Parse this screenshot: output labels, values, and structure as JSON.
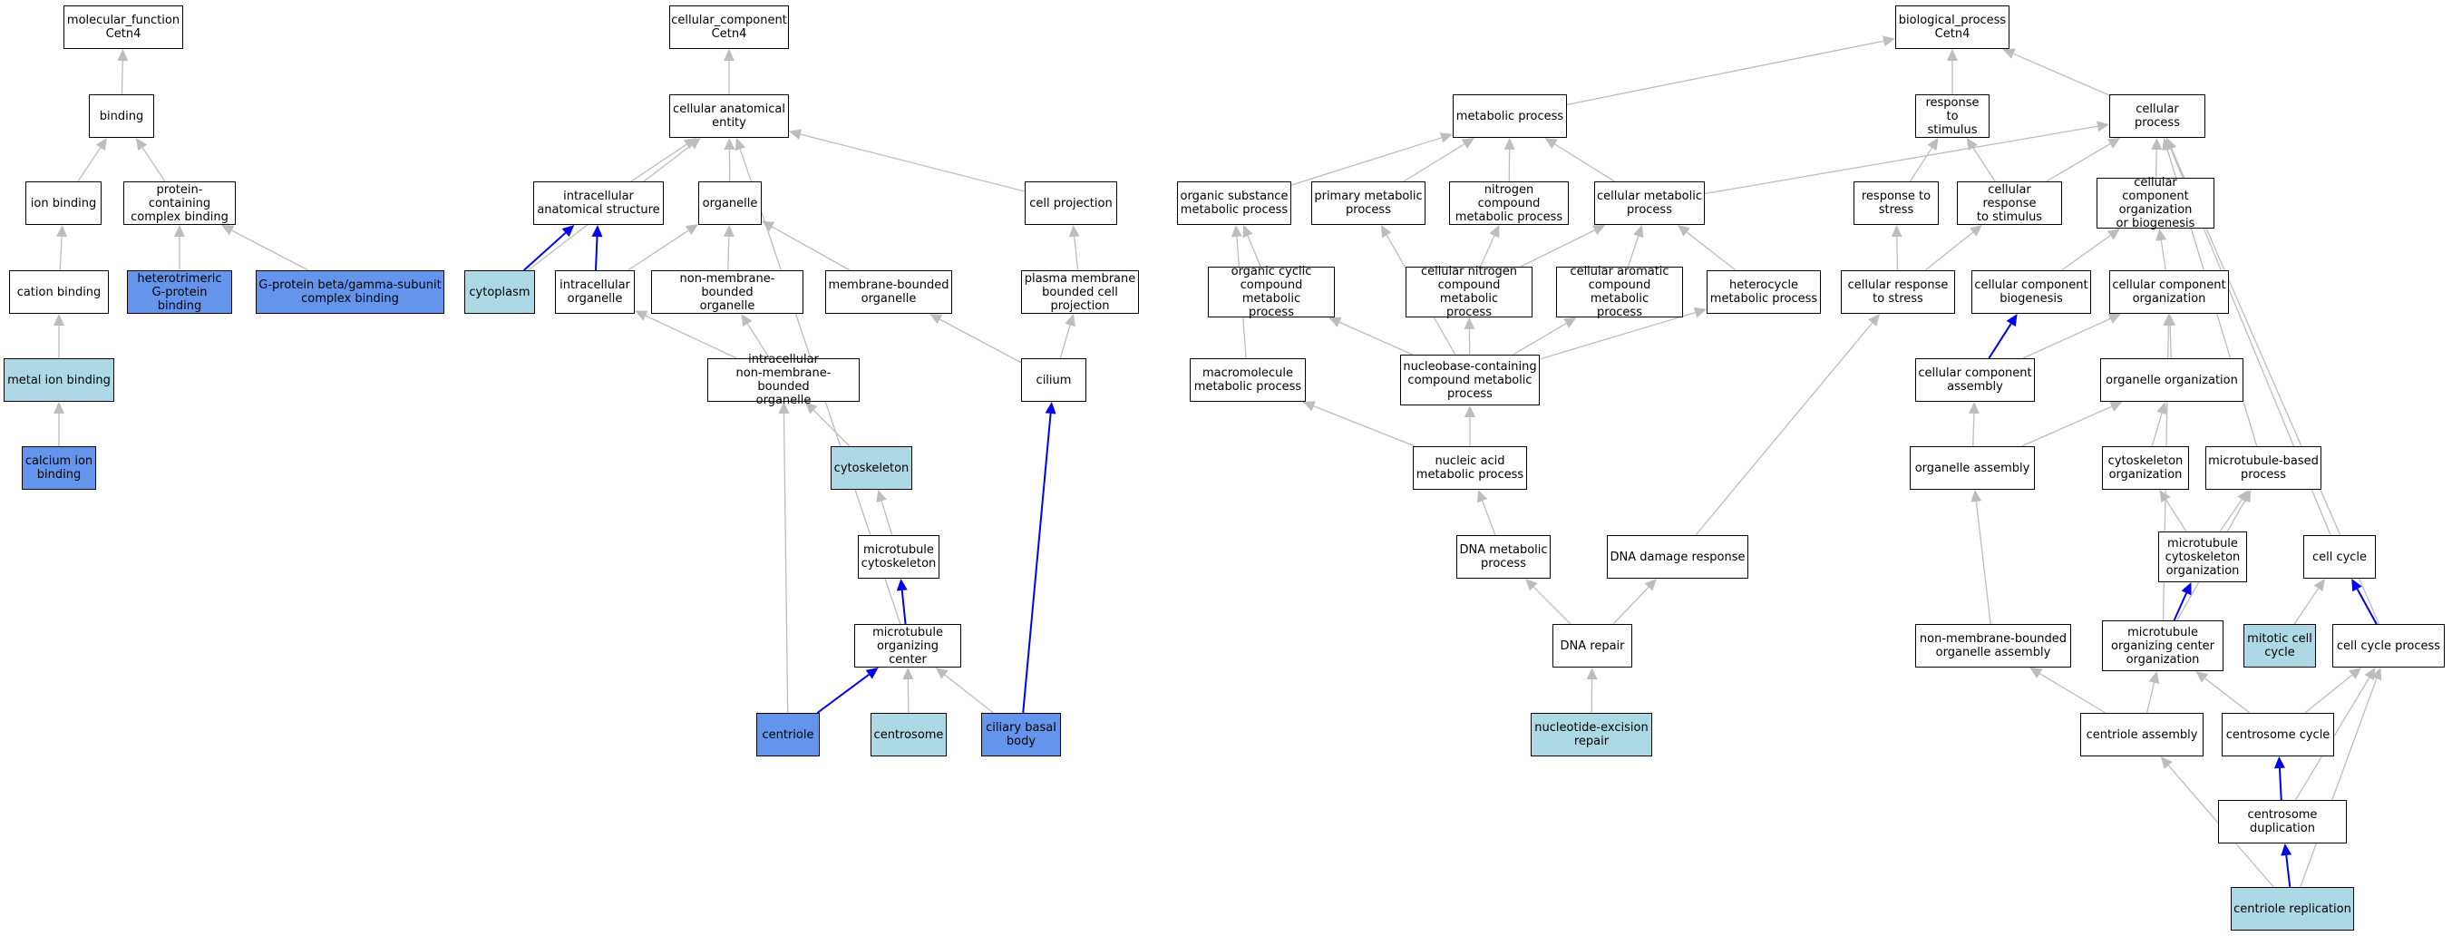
{
  "colors": {
    "plain": "#ffffff",
    "light": "#add8e6",
    "dark": "#6495ed",
    "edge_gray": "#bdbdbd",
    "edge_blue": "#0000ee"
  },
  "nodes": [
    {
      "id": "mf",
      "label": "molecular_function\nCetn4",
      "type": "plain"
    },
    {
      "id": "binding",
      "label": "binding",
      "type": "plain"
    },
    {
      "id": "ionb",
      "label": "ion binding",
      "type": "plain"
    },
    {
      "id": "pcb",
      "label": "protein-containing\ncomplex binding",
      "type": "plain"
    },
    {
      "id": "catb",
      "label": "cation binding",
      "type": "plain"
    },
    {
      "id": "hgpb",
      "label": "heterotrimeric\nG-protein binding",
      "type": "dark"
    },
    {
      "id": "gpbg",
      "label": "G-protein beta/gamma-subunit\ncomplex binding",
      "type": "dark"
    },
    {
      "id": "mib",
      "label": "metal ion binding",
      "type": "light"
    },
    {
      "id": "cib",
      "label": "calcium ion\nbinding",
      "type": "dark"
    },
    {
      "id": "cc",
      "label": "cellular_component\nCetn4",
      "type": "plain"
    },
    {
      "id": "cae",
      "label": "cellular anatomical\nentity",
      "type": "plain"
    },
    {
      "id": "ias",
      "label": "intracellular\nanatomical structure",
      "type": "plain"
    },
    {
      "id": "org",
      "label": "organelle",
      "type": "plain"
    },
    {
      "id": "cproj",
      "label": "cell projection",
      "type": "plain"
    },
    {
      "id": "cyto",
      "label": "cytoplasm",
      "type": "light"
    },
    {
      "id": "iorg",
      "label": "intracellular\norganelle",
      "type": "plain"
    },
    {
      "id": "nmbo",
      "label": "non-membrane-bounded\norganelle",
      "type": "plain"
    },
    {
      "id": "mbo",
      "label": "membrane-bounded\norganelle",
      "type": "plain"
    },
    {
      "id": "pmbcp",
      "label": "plasma membrane\nbounded cell\nprojection",
      "type": "plain"
    },
    {
      "id": "inmbo",
      "label": "intracellular\nnon-membrane-bounded\norganelle",
      "type": "plain"
    },
    {
      "id": "cilium",
      "label": "cilium",
      "type": "plain"
    },
    {
      "id": "cytosk",
      "label": "cytoskeleton",
      "type": "light"
    },
    {
      "id": "mtcs",
      "label": "microtubule\ncytoskeleton",
      "type": "plain"
    },
    {
      "id": "mtoc",
      "label": "microtubule\norganizing center",
      "type": "plain"
    },
    {
      "id": "centriole",
      "label": "centriole",
      "type": "dark"
    },
    {
      "id": "centrosome",
      "label": "centrosome",
      "type": "light"
    },
    {
      "id": "cbb",
      "label": "ciliary basal\nbody",
      "type": "dark"
    },
    {
      "id": "bp",
      "label": "biological_process\nCetn4",
      "type": "plain"
    },
    {
      "id": "metp",
      "label": "metabolic process",
      "type": "plain"
    },
    {
      "id": "rts",
      "label": "response to\nstimulus",
      "type": "plain"
    },
    {
      "id": "cellp",
      "label": "cellular process",
      "type": "plain"
    },
    {
      "id": "osmp",
      "label": "organic substance\nmetabolic process",
      "type": "plain"
    },
    {
      "id": "pmp",
      "label": "primary metabolic\nprocess",
      "type": "plain"
    },
    {
      "id": "ncmp",
      "label": "nitrogen compound\nmetabolic process",
      "type": "plain"
    },
    {
      "id": "cmp",
      "label": "cellular metabolic\nprocess",
      "type": "plain"
    },
    {
      "id": "rtstress",
      "label": "response to\nstress",
      "type": "plain"
    },
    {
      "id": "crts",
      "label": "cellular response\nto stimulus",
      "type": "plain"
    },
    {
      "id": "ccob",
      "label": "cellular component\norganization\nor biogenesis",
      "type": "plain"
    },
    {
      "id": "occmp",
      "label": "organic cyclic\ncompound metabolic\nprocess",
      "type": "plain"
    },
    {
      "id": "cncmp",
      "label": "cellular nitrogen\ncompound metabolic\nprocess",
      "type": "plain"
    },
    {
      "id": "cacmp",
      "label": "cellular aromatic\ncompound metabolic\nprocess",
      "type": "plain"
    },
    {
      "id": "hmp",
      "label": "heterocycle\nmetabolic process",
      "type": "plain"
    },
    {
      "id": "crtstress",
      "label": "cellular response\nto stress",
      "type": "plain"
    },
    {
      "id": "ccbio",
      "label": "cellular component\nbiogenesis",
      "type": "plain"
    },
    {
      "id": "ccorg",
      "label": "cellular component\norganization",
      "type": "plain"
    },
    {
      "id": "mmp",
      "label": "macromolecule\nmetabolic process",
      "type": "plain"
    },
    {
      "id": "nbccmp",
      "label": "nucleobase-containing\ncompound metabolic\nprocess",
      "type": "plain"
    },
    {
      "id": "cca",
      "label": "cellular component\nassembly",
      "type": "plain"
    },
    {
      "id": "orgorg",
      "label": "organelle organization",
      "type": "plain"
    },
    {
      "id": "namp",
      "label": "nucleic acid\nmetabolic process",
      "type": "plain"
    },
    {
      "id": "oa",
      "label": "organelle assembly",
      "type": "plain"
    },
    {
      "id": "csorg",
      "label": "cytoskeleton\norganization",
      "type": "plain"
    },
    {
      "id": "mtbp",
      "label": "microtubule-based\nprocess",
      "type": "plain"
    },
    {
      "id": "dnamp",
      "label": "DNA metabolic\nprocess",
      "type": "plain"
    },
    {
      "id": "ddr",
      "label": "DNA damage response",
      "type": "plain"
    },
    {
      "id": "mcsorg",
      "label": "microtubule\ncytoskeleton\norganization",
      "type": "plain"
    },
    {
      "id": "cellcycle",
      "label": "cell cycle",
      "type": "plain"
    },
    {
      "id": "dnarep",
      "label": "DNA repair",
      "type": "plain"
    },
    {
      "id": "nmboa",
      "label": "non-membrane-bounded\norganelle assembly",
      "type": "plain"
    },
    {
      "id": "mtocorg",
      "label": "microtubule\norganizing center\norganization",
      "type": "plain"
    },
    {
      "id": "mcc",
      "label": "mitotic cell\ncycle",
      "type": "light"
    },
    {
      "id": "ccp",
      "label": "cell cycle process",
      "type": "plain"
    },
    {
      "id": "ner",
      "label": "nucleotide-excision\nrepair",
      "type": "light"
    },
    {
      "id": "ca",
      "label": "centriole assembly",
      "type": "plain"
    },
    {
      "id": "csc",
      "label": "centrosome cycle",
      "type": "plain"
    },
    {
      "id": "csd",
      "label": "centrosome duplication",
      "type": "plain"
    },
    {
      "id": "cr",
      "label": "centriole replication",
      "type": "light"
    }
  ],
  "edges": [
    {
      "from": "binding",
      "to": "mf",
      "color": "gray"
    },
    {
      "from": "ionb",
      "to": "binding",
      "color": "gray"
    },
    {
      "from": "pcb",
      "to": "binding",
      "color": "gray"
    },
    {
      "from": "catb",
      "to": "ionb",
      "color": "gray"
    },
    {
      "from": "hgpb",
      "to": "pcb",
      "color": "gray"
    },
    {
      "from": "gpbg",
      "to": "pcb",
      "color": "gray"
    },
    {
      "from": "mib",
      "to": "catb",
      "color": "gray"
    },
    {
      "from": "cib",
      "to": "mib",
      "color": "gray"
    },
    {
      "from": "cae",
      "to": "cc",
      "color": "gray"
    },
    {
      "from": "ias",
      "to": "cae",
      "color": "gray"
    },
    {
      "from": "org",
      "to": "cae",
      "color": "gray"
    },
    {
      "from": "cproj",
      "to": "cae",
      "color": "gray"
    },
    {
      "from": "cyto",
      "to": "cae",
      "color": "gray"
    },
    {
      "from": "mtoc",
      "to": "cae",
      "color": "gray"
    },
    {
      "from": "cyto",
      "to": "ias",
      "color": "blue"
    },
    {
      "from": "iorg",
      "to": "ias",
      "color": "blue"
    },
    {
      "from": "iorg",
      "to": "org",
      "color": "gray"
    },
    {
      "from": "nmbo",
      "to": "org",
      "color": "gray"
    },
    {
      "from": "mbo",
      "to": "org",
      "color": "gray"
    },
    {
      "from": "pmbcp",
      "to": "cproj",
      "color": "gray"
    },
    {
      "from": "inmbo",
      "to": "iorg",
      "color": "gray"
    },
    {
      "from": "inmbo",
      "to": "nmbo",
      "color": "gray"
    },
    {
      "from": "cilium",
      "to": "mbo",
      "color": "gray"
    },
    {
      "from": "cilium",
      "to": "pmbcp",
      "color": "gray"
    },
    {
      "from": "cytosk",
      "to": "inmbo",
      "color": "gray"
    },
    {
      "from": "centriole",
      "to": "inmbo",
      "color": "gray"
    },
    {
      "from": "mtcs",
      "to": "cytosk",
      "color": "gray"
    },
    {
      "from": "mtoc",
      "to": "mtcs",
      "color": "blue"
    },
    {
      "from": "centriole",
      "to": "mtoc",
      "color": "blue"
    },
    {
      "from": "centrosome",
      "to": "mtoc",
      "color": "gray"
    },
    {
      "from": "cbb",
      "to": "mtoc",
      "color": "gray"
    },
    {
      "from": "cbb",
      "to": "cilium",
      "color": "blue"
    },
    {
      "from": "metp",
      "to": "bp",
      "color": "gray"
    },
    {
      "from": "rts",
      "to": "bp",
      "color": "gray"
    },
    {
      "from": "cellp",
      "to": "bp",
      "color": "gray"
    },
    {
      "from": "osmp",
      "to": "metp",
      "color": "gray"
    },
    {
      "from": "pmp",
      "to": "metp",
      "color": "gray"
    },
    {
      "from": "ncmp",
      "to": "metp",
      "color": "gray"
    },
    {
      "from": "cmp",
      "to": "metp",
      "color": "gray"
    },
    {
      "from": "cmp",
      "to": "cellp",
      "color": "gray"
    },
    {
      "from": "rtstress",
      "to": "rts",
      "color": "gray"
    },
    {
      "from": "crts",
      "to": "rts",
      "color": "gray"
    },
    {
      "from": "crts",
      "to": "cellp",
      "color": "gray"
    },
    {
      "from": "ccob",
      "to": "cellp",
      "color": "gray"
    },
    {
      "from": "occmp",
      "to": "osmp",
      "color": "gray"
    },
    {
      "from": "mmp",
      "to": "osmp",
      "color": "gray"
    },
    {
      "from": "cncmp",
      "to": "ncmp",
      "color": "gray"
    },
    {
      "from": "cncmp",
      "to": "cmp",
      "color": "gray"
    },
    {
      "from": "cacmp",
      "to": "cmp",
      "color": "gray"
    },
    {
      "from": "hmp",
      "to": "cmp",
      "color": "gray"
    },
    {
      "from": "crtstress",
      "to": "rtstress",
      "color": "gray"
    },
    {
      "from": "crtstress",
      "to": "crts",
      "color": "gray"
    },
    {
      "from": "ccbio",
      "to": "ccob",
      "color": "gray"
    },
    {
      "from": "ccorg",
      "to": "ccob",
      "color": "gray"
    },
    {
      "from": "nbccmp",
      "to": "occmp",
      "color": "gray"
    },
    {
      "from": "nbccmp",
      "to": "cncmp",
      "color": "gray"
    },
    {
      "from": "nbccmp",
      "to": "cacmp",
      "color": "gray"
    },
    {
      "from": "nbccmp",
      "to": "hmp",
      "color": "gray"
    },
    {
      "from": "nbccmp",
      "to": "pmp",
      "color": "gray"
    },
    {
      "from": "namp",
      "to": "nbccmp",
      "color": "gray"
    },
    {
      "from": "namp",
      "to": "mmp",
      "color": "gray"
    },
    {
      "from": "dnamp",
      "to": "namp",
      "color": "gray"
    },
    {
      "from": "dnarep",
      "to": "dnamp",
      "color": "gray"
    },
    {
      "from": "dnarep",
      "to": "ddr",
      "color": "gray"
    },
    {
      "from": "ddr",
      "to": "crtstress",
      "color": "gray"
    },
    {
      "from": "ner",
      "to": "dnarep",
      "color": "gray"
    },
    {
      "from": "cca",
      "to": "ccbio",
      "color": "blue"
    },
    {
      "from": "cca",
      "to": "ccorg",
      "color": "gray"
    },
    {
      "from": "orgorg",
      "to": "ccorg",
      "color": "gray"
    },
    {
      "from": "oa",
      "to": "cca",
      "color": "gray"
    },
    {
      "from": "oa",
      "to": "orgorg",
      "color": "gray"
    },
    {
      "from": "csorg",
      "to": "orgorg",
      "color": "gray"
    },
    {
      "from": "mcsorg",
      "to": "csorg",
      "color": "gray"
    },
    {
      "from": "mcsorg",
      "to": "mtbp",
      "color": "gray"
    },
    {
      "from": "mtbp",
      "to": "cellp",
      "color": "gray"
    },
    {
      "from": "mtocorg",
      "to": "mcsorg",
      "color": "blue"
    },
    {
      "from": "mtocorg",
      "to": "ccorg",
      "color": "gray"
    },
    {
      "from": "mtocorg",
      "to": "mtbp",
      "color": "gray"
    },
    {
      "from": "nmboa",
      "to": "oa",
      "color": "gray"
    },
    {
      "from": "cellcycle",
      "to": "cellp",
      "color": "gray"
    },
    {
      "from": "mcc",
      "to": "cellcycle",
      "color": "gray"
    },
    {
      "from": "ccp",
      "to": "cellcycle",
      "color": "blue"
    },
    {
      "from": "ccp",
      "to": "cellp",
      "color": "gray"
    },
    {
      "from": "ca",
      "to": "nmboa",
      "color": "gray"
    },
    {
      "from": "ca",
      "to": "mtocorg",
      "color": "gray"
    },
    {
      "from": "csc",
      "to": "mtocorg",
      "color": "gray"
    },
    {
      "from": "csc",
      "to": "ccp",
      "color": "gray"
    },
    {
      "from": "csd",
      "to": "csc",
      "color": "blue"
    },
    {
      "from": "csd",
      "to": "ccp",
      "color": "gray"
    },
    {
      "from": "cr",
      "to": "csd",
      "color": "blue"
    },
    {
      "from": "cr",
      "to": "ca",
      "color": "gray"
    },
    {
      "from": "cr",
      "to": "ccp",
      "color": "gray"
    }
  ]
}
